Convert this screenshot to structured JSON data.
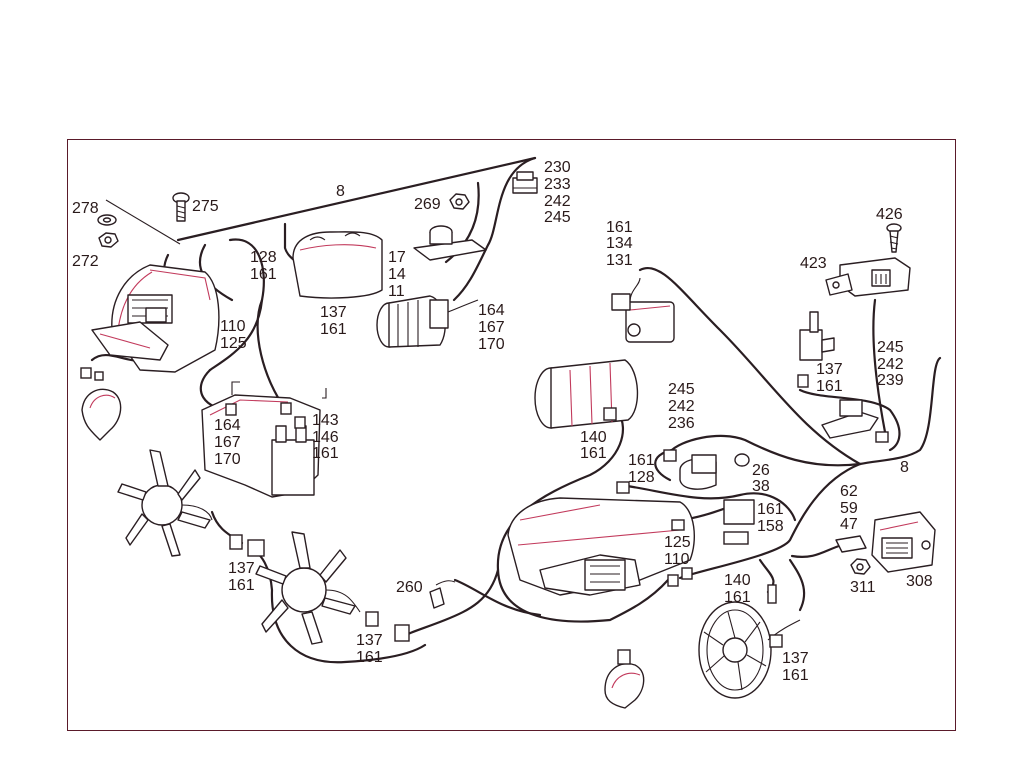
{
  "colors": {
    "frame": "#5a1a2a",
    "line": "#2a1e22",
    "accent": "#c23a5c",
    "background": "#ffffff"
  },
  "labels": {
    "harness_main_top": "8",
    "harness_main_right": "8",
    "screw_275": "275",
    "washer_278": "278",
    "nut_272": "272",
    "nut_269": "269",
    "connector_top_right": [
      "230",
      "233",
      "242",
      "245"
    ],
    "conn_128_161": [
      "128",
      "161"
    ],
    "reservoir": [
      "17",
      "14",
      "11"
    ],
    "conn_137_161_top": [
      "137",
      "161"
    ],
    "conn_110_125_left": [
      "110",
      "125"
    ],
    "pump_conn": [
      "164",
      "167",
      "170"
    ],
    "relay_top": [
      "161",
      "134",
      "131"
    ],
    "screw_426": "426",
    "sensor_423": "423",
    "sensor_conn": [
      "245",
      "242",
      "239"
    ],
    "valve_conn": [
      "137",
      "161"
    ],
    "coil_left": [
      "164",
      "167",
      "170"
    ],
    "coil_right": [
      "143",
      "146",
      "161"
    ],
    "canister": [
      "140",
      "161"
    ],
    "conn_mid": [
      "245",
      "242",
      "236"
    ],
    "conn_161_128": [
      "161",
      "128"
    ],
    "conn_26_38": [
      "26",
      "38"
    ],
    "conn_62_59_47": [
      "62",
      "59",
      "47"
    ],
    "conn_161_158": [
      "161",
      "158"
    ],
    "conn_125_110": [
      "125",
      "110"
    ],
    "nut_311": "311",
    "module_308": "308",
    "conn_140_161_low": [
      "140",
      "161"
    ],
    "fan1_conn": [
      "137",
      "161"
    ],
    "bulb_260": "260",
    "fan2_conn": [
      "137",
      "161"
    ],
    "fan3_conn": [
      "137",
      "161"
    ]
  }
}
